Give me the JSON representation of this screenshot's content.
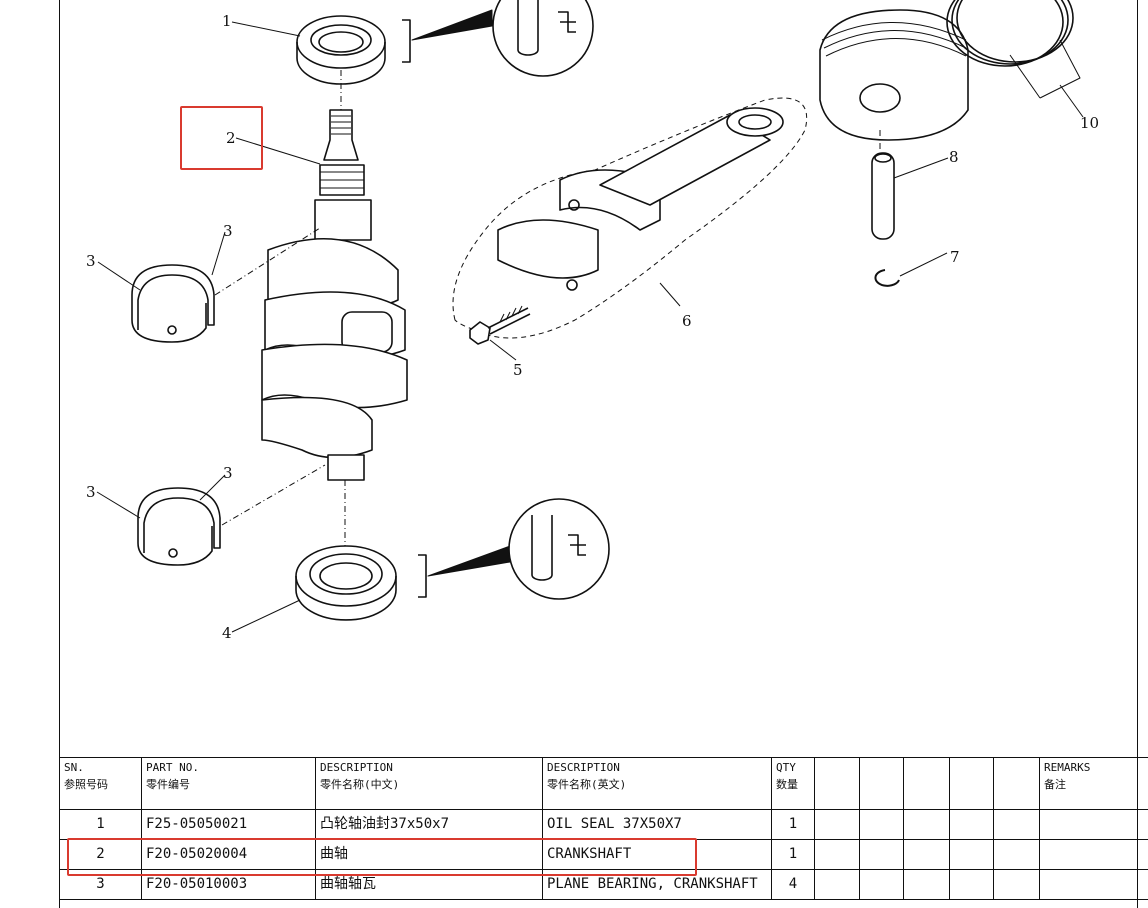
{
  "callouts": [
    "1",
    "2",
    "3",
    "3",
    "3",
    "3",
    "4",
    "5",
    "6",
    "7",
    "8",
    "10"
  ],
  "table": {
    "headers": [
      {
        "en": "SN.",
        "cn": "参照号码"
      },
      {
        "en": "PART NO.",
        "cn": "零件编号"
      },
      {
        "en": "DESCRIPTION",
        "cn": "零件名称(中文)"
      },
      {
        "en": "DESCRIPTION",
        "cn": "零件名称(英文)"
      },
      {
        "en": "QTY",
        "cn": "数量"
      },
      {
        "en": "REMARKS",
        "cn": "备注"
      }
    ],
    "rows": [
      {
        "sn": "1",
        "part_no": "F25-05050021",
        "desc_cn": "凸轮轴油封37x50x7",
        "desc_en": "OIL SEAL 37X50X7",
        "qty": "1"
      },
      {
        "sn": "2",
        "part_no": "F20-05020004",
        "desc_cn": "曲轴",
        "desc_en": "CRANKSHAFT",
        "qty": "1"
      },
      {
        "sn": "3",
        "part_no": "F20-05010003",
        "desc_cn": "曲轴轴瓦",
        "desc_en": "PLANE BEARING, CRANKSHAFT",
        "qty": "4"
      }
    ]
  },
  "highlight_color": "#d93a2f"
}
